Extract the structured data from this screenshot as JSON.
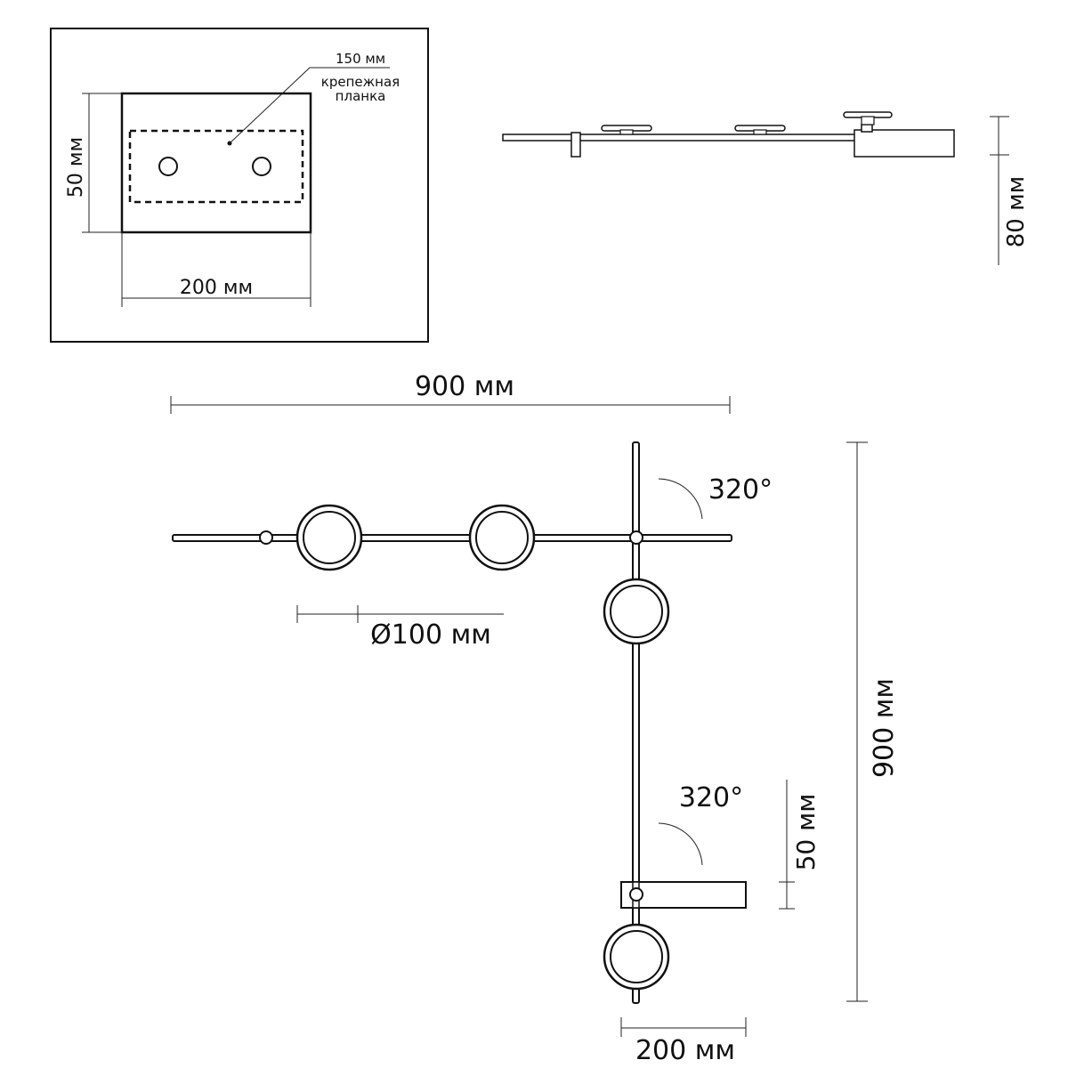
{
  "mount_view": {
    "plate_width_label": "200 мм",
    "plate_height_label": "50 мм",
    "bracket_length_label": "150 мм",
    "bracket_note_line1": "крепежная",
    "bracket_note_line2": "планка"
  },
  "side_view": {
    "height_label": "80 мм"
  },
  "front_view": {
    "overall_width_label": "900 мм",
    "overall_height_label": "900 мм",
    "lamp_diameter_label": "Ø100 мм",
    "rotation_top_label": "320°",
    "rotation_bottom_label": "320°",
    "base_height_label": "50 мм",
    "base_width_label": "200 мм"
  }
}
